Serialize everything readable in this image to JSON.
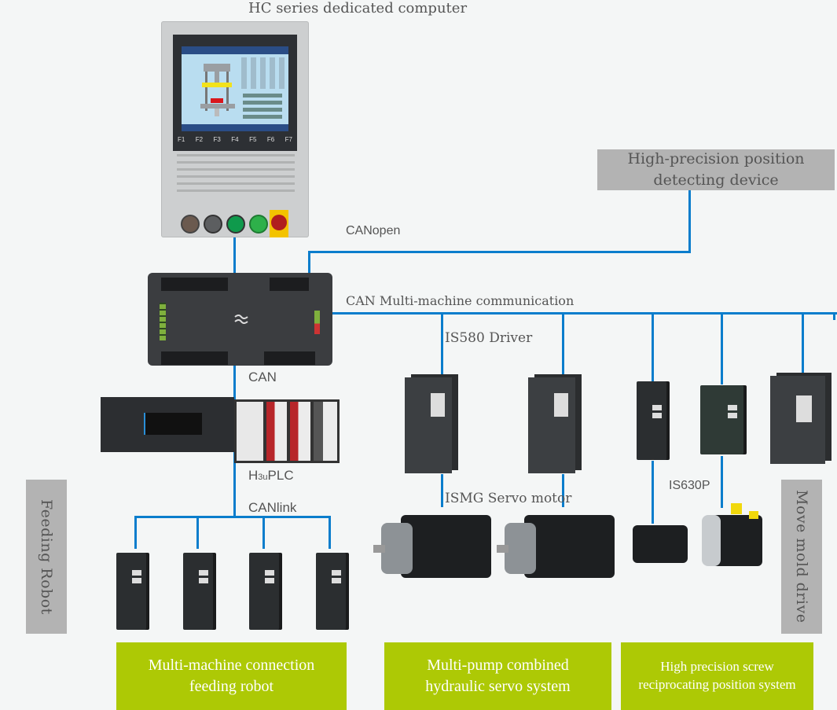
{
  "title": "HC series dedicated computer",
  "nodes": {
    "hc_computer": {
      "label": "HC series dedicated computer",
      "function_keys": [
        "F1",
        "F2",
        "F3",
        "F4",
        "F5",
        "F6",
        "F7"
      ]
    },
    "position_device": {
      "label_line1": "High-precision position",
      "label_line2": "detecting device"
    },
    "plc": {
      "label": "H3uPLC",
      "label_main_h": "H",
      "label_sub": "3u",
      "label_rest": "PLC"
    },
    "is580": {
      "label": "IS580 Driver"
    },
    "ismg": {
      "label": "ISMG Servo motor"
    },
    "is630p": {
      "label": "IS630P"
    }
  },
  "buses": {
    "canopen": "CANopen",
    "can_multi": "CAN Multi-machine communication",
    "can": "CAN",
    "canlink": "CANlink"
  },
  "side_labels": {
    "feeding_robot": "Feeding Robot",
    "move_mold_drive": "Move mold drive"
  },
  "systems": [
    {
      "line1": "Multi-machine connection",
      "line2": "feeding robot"
    },
    {
      "line1": "Multi-pump combined",
      "line2": "hydraulic servo system"
    },
    {
      "line1": "High precision screw",
      "line2": "reciprocating position system"
    }
  ],
  "colors": {
    "bus_line": "#0a7dcc",
    "system_box": "#adc905",
    "label_box": "#b3b3b3",
    "background": "#f4f6f6"
  }
}
